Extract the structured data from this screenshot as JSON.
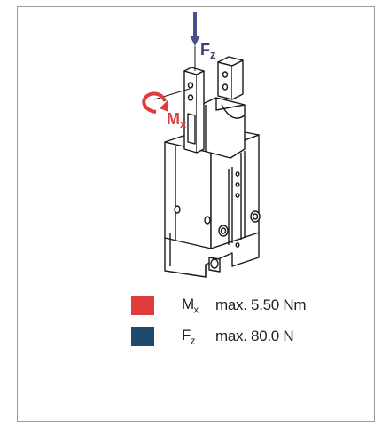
{
  "diagram": {
    "force_label": {
      "main": "F",
      "sub": "z"
    },
    "moment_label": {
      "main": "M",
      "sub": "x"
    }
  },
  "legend": [
    {
      "color": "#e03c3c",
      "symbol": "M",
      "sub": "x",
      "text": "max.  5.50 Nm"
    },
    {
      "color": "#1e4a6e",
      "symbol": "F",
      "sub": "z",
      "text": "max.  80.0 N"
    }
  ],
  "colors": {
    "force_arrow": "#4a4f8a",
    "moment_arrow": "#e03c3c",
    "fz_label": "#3a3f7a",
    "mx_label": "#e03c3c"
  }
}
